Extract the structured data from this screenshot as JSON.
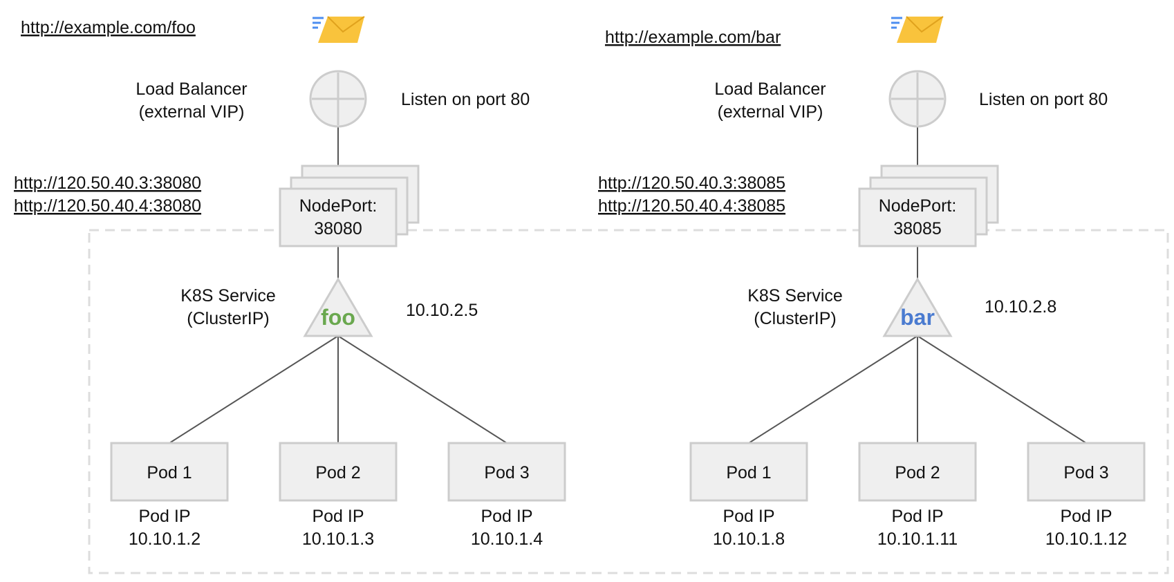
{
  "colors": {
    "box_fill": "#efefef",
    "box_stroke": "#cccccc",
    "line": "#555555",
    "dash": "#dddddd",
    "foo": "#6aa84f",
    "bar": "#4a7bd0",
    "envelope": "#f9c33c",
    "envelope_lines": "#4c8ef0"
  },
  "foo": {
    "ingress_url": "http://example.com/foo",
    "lb_label_line1": "Load Balancer",
    "lb_label_line2": "(external VIP)",
    "listen_label": "Listen on port 80",
    "nodeport_url_1": "http://120.50.40.3:38080",
    "nodeport_url_2": "http://120.50.40.4:38080",
    "nodeport_label": "NodePort:",
    "nodeport_port": "38080",
    "service_label_line1": "K8S Service",
    "service_label_line2": "(ClusterIP)",
    "service_name": "foo",
    "cluster_ip": "10.10.2.5",
    "pods": [
      {
        "name": "Pod 1",
        "ip_label": "Pod IP",
        "ip": "10.10.1.2"
      },
      {
        "name": "Pod 2",
        "ip_label": "Pod IP",
        "ip": "10.10.1.3"
      },
      {
        "name": "Pod 3",
        "ip_label": "Pod IP",
        "ip": "10.10.1.4"
      }
    ]
  },
  "bar": {
    "ingress_url": "http://example.com/bar",
    "lb_label_line1": "Load Balancer",
    "lb_label_line2": "(external VIP)",
    "listen_label": "Listen on port 80",
    "nodeport_url_1": "http://120.50.40.3:38085",
    "nodeport_url_2": "http://120.50.40.4:38085",
    "nodeport_label": "NodePort:",
    "nodeport_port": "38085",
    "service_label_line1": "K8S Service",
    "service_label_line2": "(ClusterIP)",
    "service_name": "bar",
    "cluster_ip": "10.10.2.8",
    "pods": [
      {
        "name": "Pod 1",
        "ip_label": "Pod IP",
        "ip": "10.10.1.8"
      },
      {
        "name": "Pod 2",
        "ip_label": "Pod IP",
        "ip": "10.10.1.11"
      },
      {
        "name": "Pod 3",
        "ip_label": "Pod IP",
        "ip": "10.10.1.12"
      }
    ]
  }
}
